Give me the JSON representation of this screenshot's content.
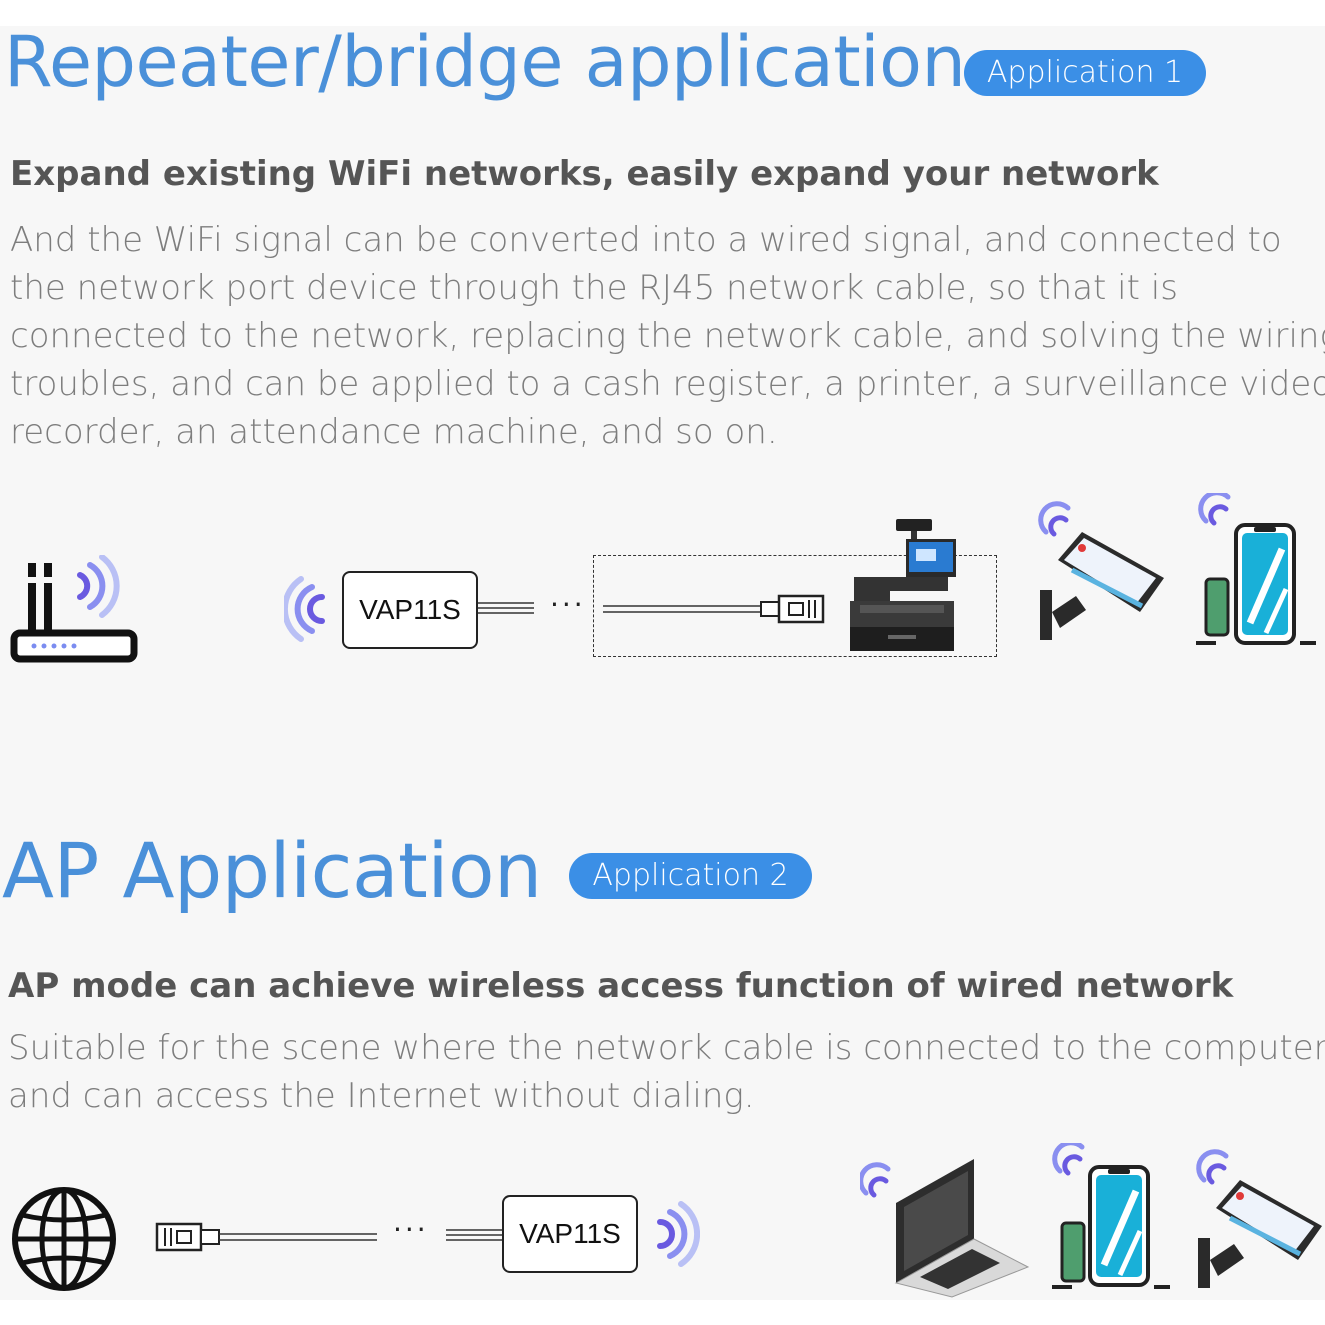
{
  "section1": {
    "title": "Repeater/bridge application",
    "badge": "Application 1",
    "subheading": "Expand existing WiFi networks,  easily expand your network",
    "body_lines": [
      "And the WiFi signal can be converted into a wired signal, and connected to",
      "the network port device through the RJ45 network cable, so that it is",
      "connected to the network, replacing the network cable, and solving the wiring",
      "troubles, and can be applied to a cash register, a printer, a surveillance video",
      "recorder, an attendance machine, and so on."
    ],
    "device_label": "VAP11S",
    "dots": "···",
    "icons": [
      "router-icon",
      "wifi-signal-icon",
      "rj45-connector-icon",
      "cash-register-icon",
      "security-camera-icon",
      "smartphone-icon"
    ]
  },
  "section2": {
    "title": "AP Application",
    "badge": "Application 2",
    "subheading": "AP mode can achieve wireless access function of wired network",
    "body_lines": [
      "Suitable for the scene where the network cable is connected to the computer",
      "and can access the Internet without dialing."
    ],
    "device_label": "VAP11S",
    "dots": "···",
    "icons": [
      "globe-icon",
      "rj45-connector-icon",
      "wifi-signal-icon",
      "laptop-icon",
      "smartphone-icon",
      "security-camera-icon"
    ]
  },
  "colors": {
    "title_blue": "#4a90d9",
    "badge_blue": "#3b8fe6",
    "signal_purple": "#8a8ff0",
    "text_gray": "#7d7d7d",
    "heading_gray": "#555555",
    "panel_bg": "#f7f7f7"
  }
}
